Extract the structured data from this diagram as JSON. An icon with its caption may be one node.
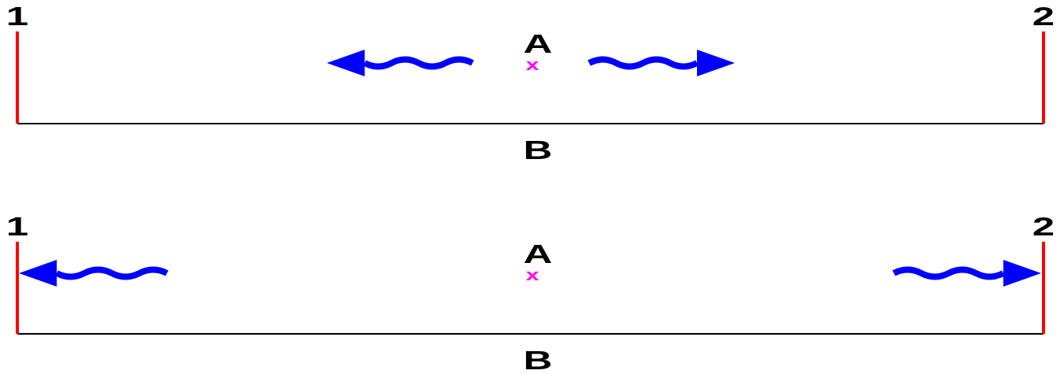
{
  "diagram": {
    "labels": [
      "1",
      "2",
      "A",
      "x",
      "B",
      "1",
      "2",
      "A",
      "x",
      "B"
    ]
  }
}
